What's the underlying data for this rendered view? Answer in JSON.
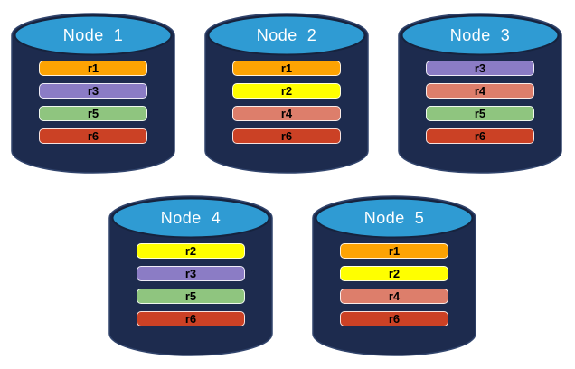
{
  "diagram": {
    "description": "Distributed database nodes each holding a subset of replicas",
    "colors": {
      "cylinder_body": "#1D2B4E",
      "cylinder_body_stroke": "#31446C",
      "cylinder_top": "#2F9BD3",
      "cylinder_top_stroke": "#16233E",
      "node_label_text": "#FFFFFF",
      "replica_label_text": "#000000"
    },
    "replica_colors": {
      "r1": "#FDA303",
      "r2": "#FFFF00",
      "r3": "#8B7CC5",
      "r4": "#DD7E6B",
      "r5": "#8FC57F",
      "r6": "#CB4125"
    },
    "nodes": [
      {
        "label": "Node  1",
        "replicas": [
          "r1",
          "r3",
          "r5",
          "r6"
        ]
      },
      {
        "label": "Node  2",
        "replicas": [
          "r1",
          "r2",
          "r4",
          "r6"
        ]
      },
      {
        "label": "Node  3",
        "replicas": [
          "r3",
          "r4",
          "r5",
          "r6"
        ]
      },
      {
        "label": "Node  4",
        "replicas": [
          "r2",
          "r3",
          "r5",
          "r6"
        ]
      },
      {
        "label": "Node  5",
        "replicas": [
          "r1",
          "r2",
          "r4",
          "r6"
        ]
      }
    ]
  }
}
